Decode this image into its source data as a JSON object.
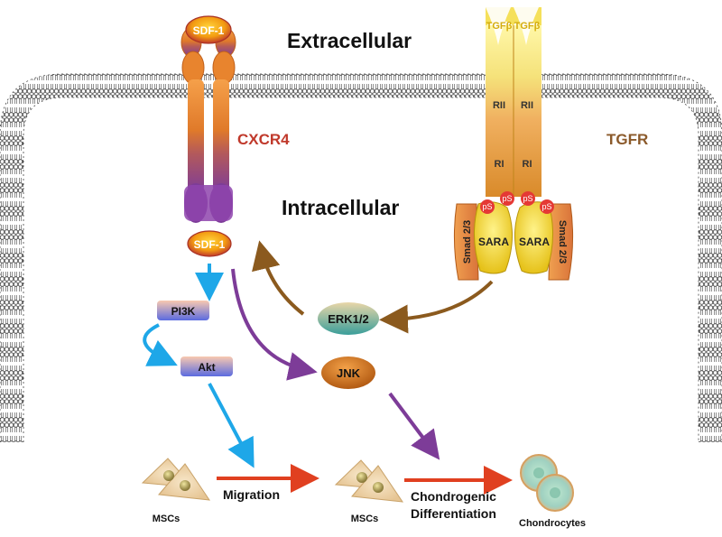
{
  "regions": {
    "extracellular": "Extracellular",
    "intracellular": "Intracellular"
  },
  "receptors": {
    "cxcr4": {
      "label": "CXCR4",
      "ligand_top": "SDF-1",
      "ligand_bottom": "SDF-1"
    },
    "tgfr": {
      "label": "TGFR",
      "ligand_left": "TGFβ",
      "ligand_right": "TGFβ",
      "rii_left": "RII",
      "rii_right": "RII",
      "ri_left": "RI",
      "ri_right": "RI",
      "phospho": "pS",
      "sara_left": "SARA",
      "sara_right": "SARA",
      "smad_left": "Smad 2/3",
      "smad_right": "Smad 2/3"
    }
  },
  "signaling": {
    "pi3k": "PI3K",
    "akt": "Akt",
    "erk": "ERK1/2",
    "jnk": "JNK"
  },
  "outcomes": {
    "msc_left": "MSCs",
    "msc_right": "MSCs",
    "migration": "Migration",
    "chondro_line1": "Chondrogenic",
    "chondro_line2": "Differentiation",
    "chondrocytes": "Chondrocytes"
  },
  "colors": {
    "membrane": "#444444",
    "cxcr4_label": "#c0392b",
    "tgfr_label": "#8b5a2b",
    "arrow_blue": "#1ea7e8",
    "arrow_purple": "#7d3c98",
    "arrow_brown": "#8b5a1e",
    "arrow_red": "#e04020"
  }
}
